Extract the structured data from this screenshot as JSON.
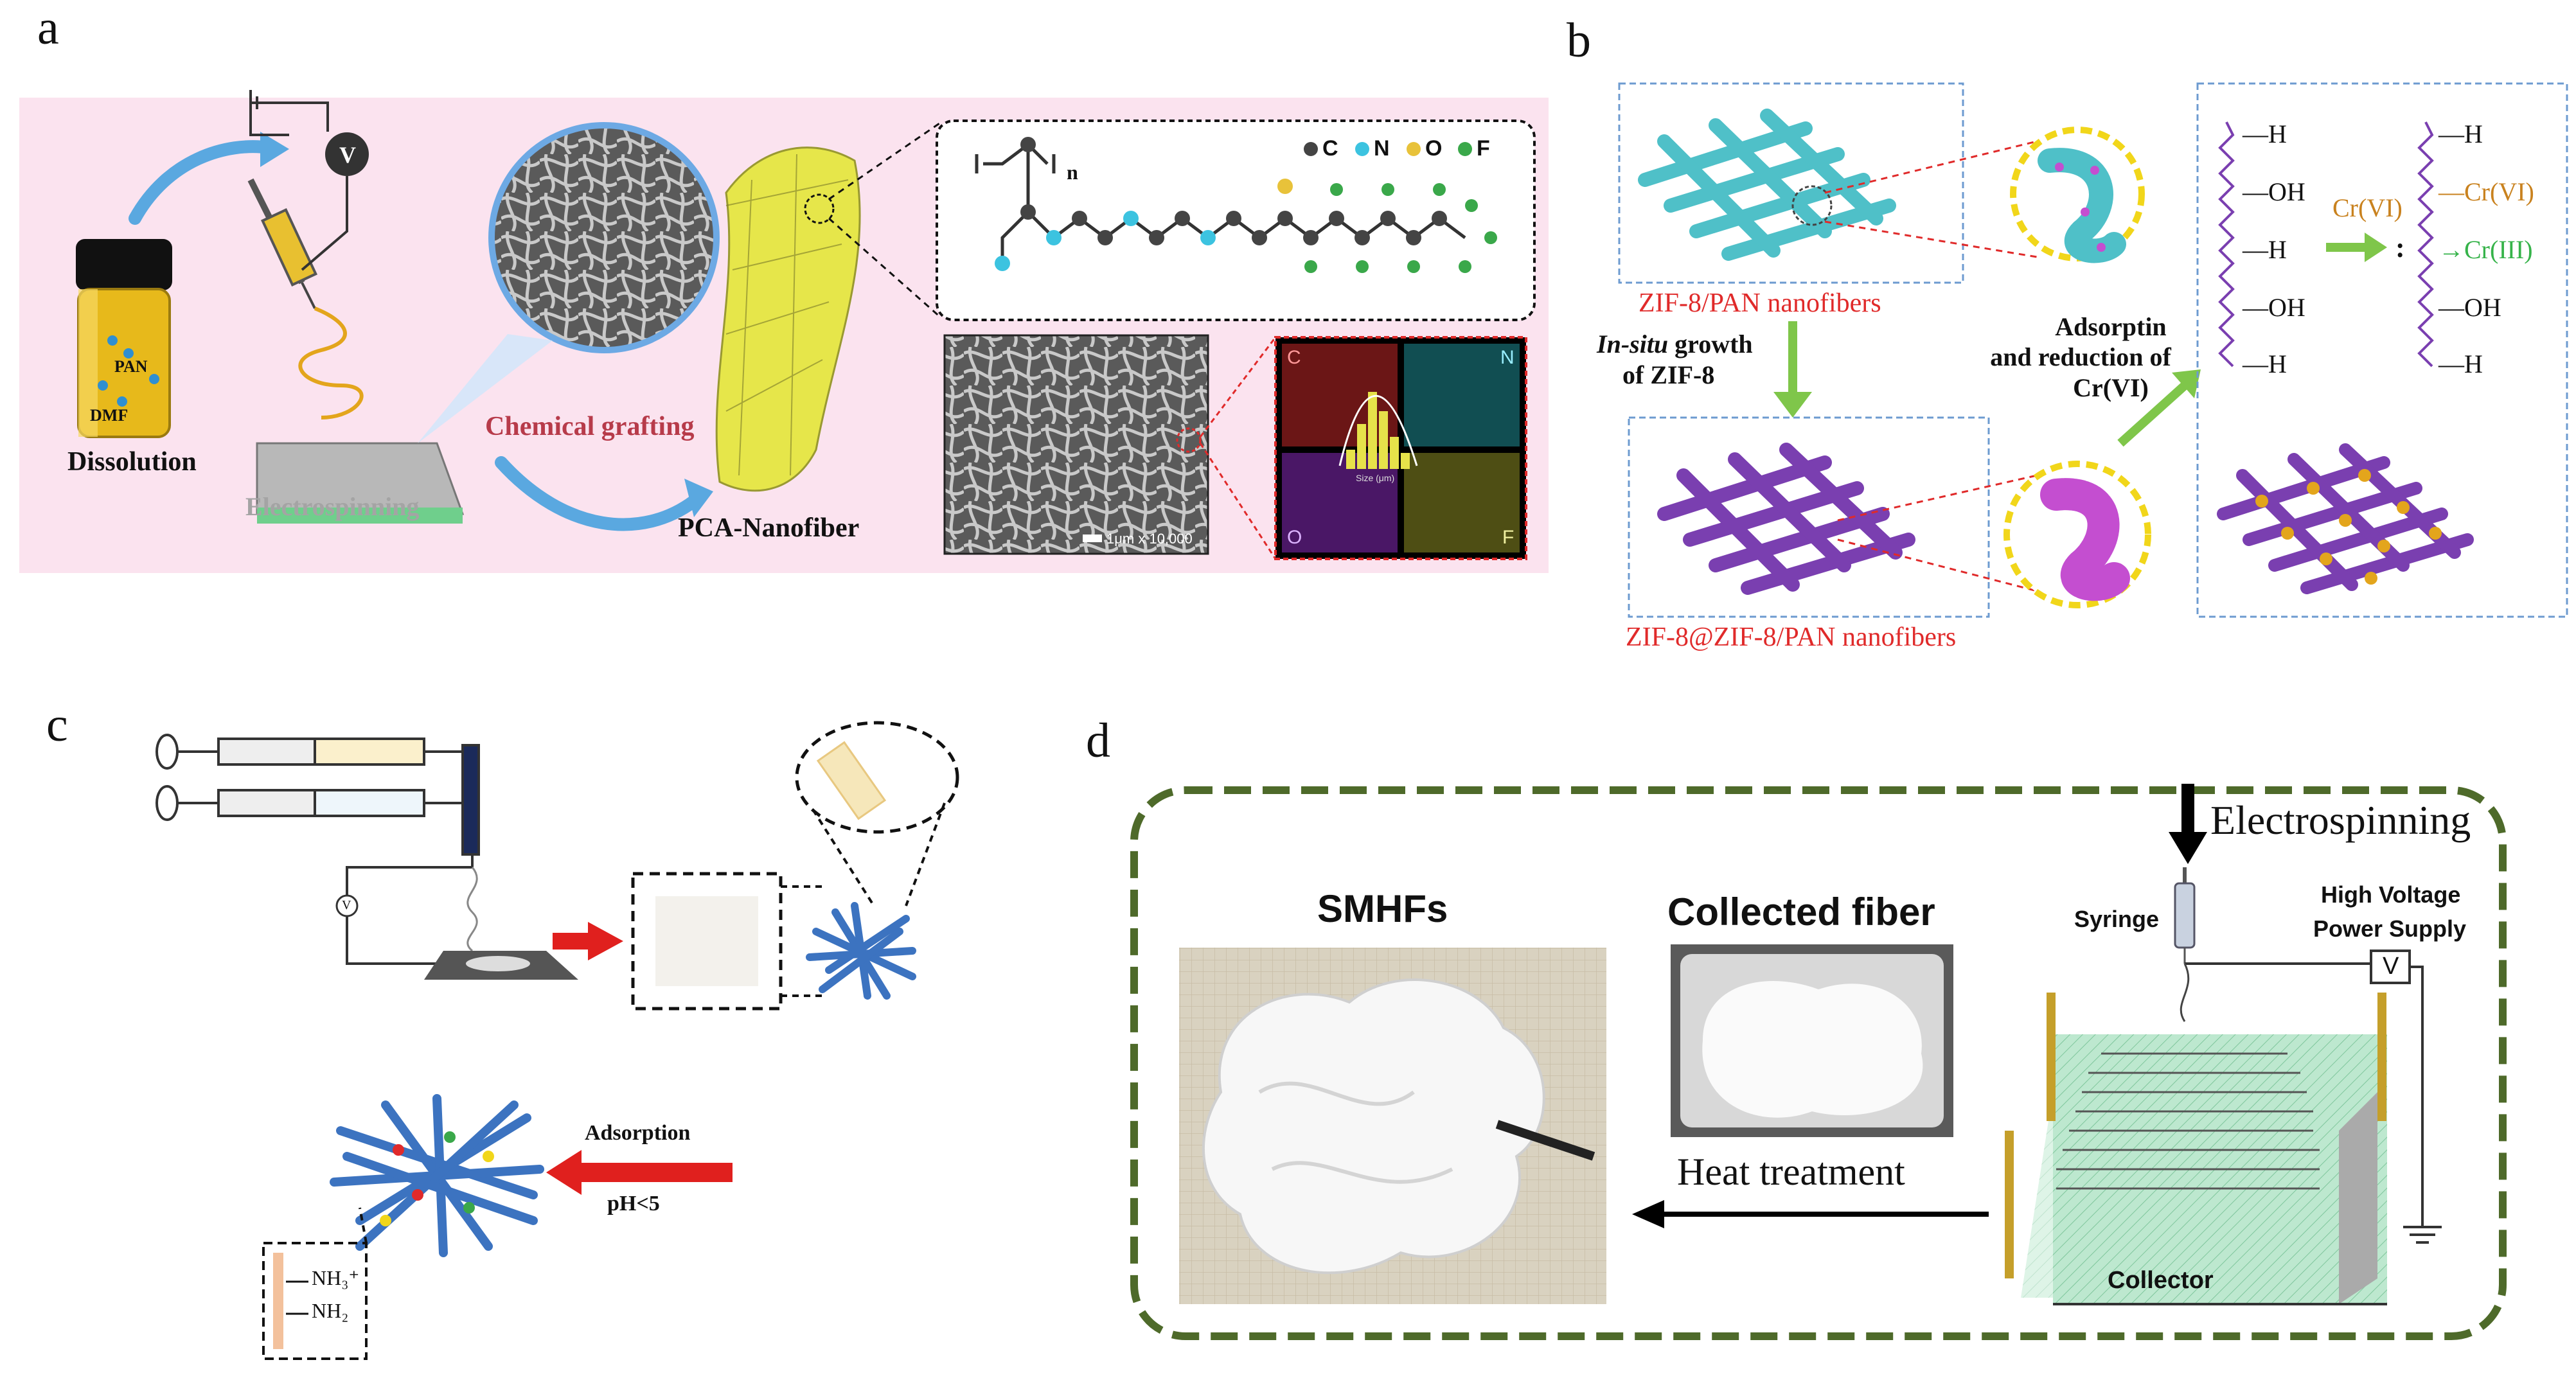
{
  "panels": {
    "a": {
      "letter": "a",
      "dissolution": "Dissolution",
      "pan": "PAN",
      "dmf": "DMF",
      "electrospinning": "Electrospinning",
      "chemical_grafting": "Chemical grafting",
      "pca_nanofiber": "PCA-Nanofiber",
      "voltmeter": "V",
      "polymer_subscript": "n",
      "elements": [
        "C",
        "N",
        "O",
        "F"
      ],
      "element_colors": [
        "#444444",
        "#3cc3e0",
        "#e8c23a",
        "#3aa84a"
      ],
      "mapping_labels": [
        "C",
        "N",
        "O",
        "F"
      ],
      "scale_bar": "1μm  x 10,000",
      "histogram_axis": "Size (μm)",
      "background": "#fbe3ef"
    },
    "b": {
      "letter": "b",
      "zif_pan": "ZIF-8/PAN nanofibers",
      "insitu_em": "In-situ",
      "insitu_rest": " growth",
      "insitu_line2": "of ZIF-8",
      "zif_zif_pan": "ZIF-8@ZIF-8/PAN nanofibers",
      "adsorption_line1": "Adsorptin",
      "adsorption_line2": "and reduction of",
      "adsorption_line3": "Cr(VI)",
      "left_groups": [
        "—H",
        "—OH",
        "—H",
        "—OH",
        "—H"
      ],
      "right_groups": [
        "—H",
        "—Cr(VI)",
        "→Cr(III)",
        "—OH",
        "—H"
      ],
      "cr_vi": "Cr(VI)",
      "colon": ":",
      "teal": "#4fc0c8",
      "purple": "#7a3fb0"
    },
    "c": {
      "letter": "c",
      "adsorption": "Adsorption",
      "ph": "pH<5",
      "nh3": "NH₃⁺",
      "nh2": "NH₂",
      "voltmeter": "V"
    },
    "d": {
      "letter": "d",
      "electrospinning": "Electrospinning",
      "syringe": "Syringe",
      "high_voltage_1": "High Voltage",
      "high_voltage_2": "Power Supply",
      "voltmeter": "V",
      "smhfs": "SMHFs",
      "collected_fiber": "Collected fiber",
      "heat_treatment": "Heat treatment",
      "collector": "Collector",
      "border_color": "#4e6a2a"
    }
  }
}
